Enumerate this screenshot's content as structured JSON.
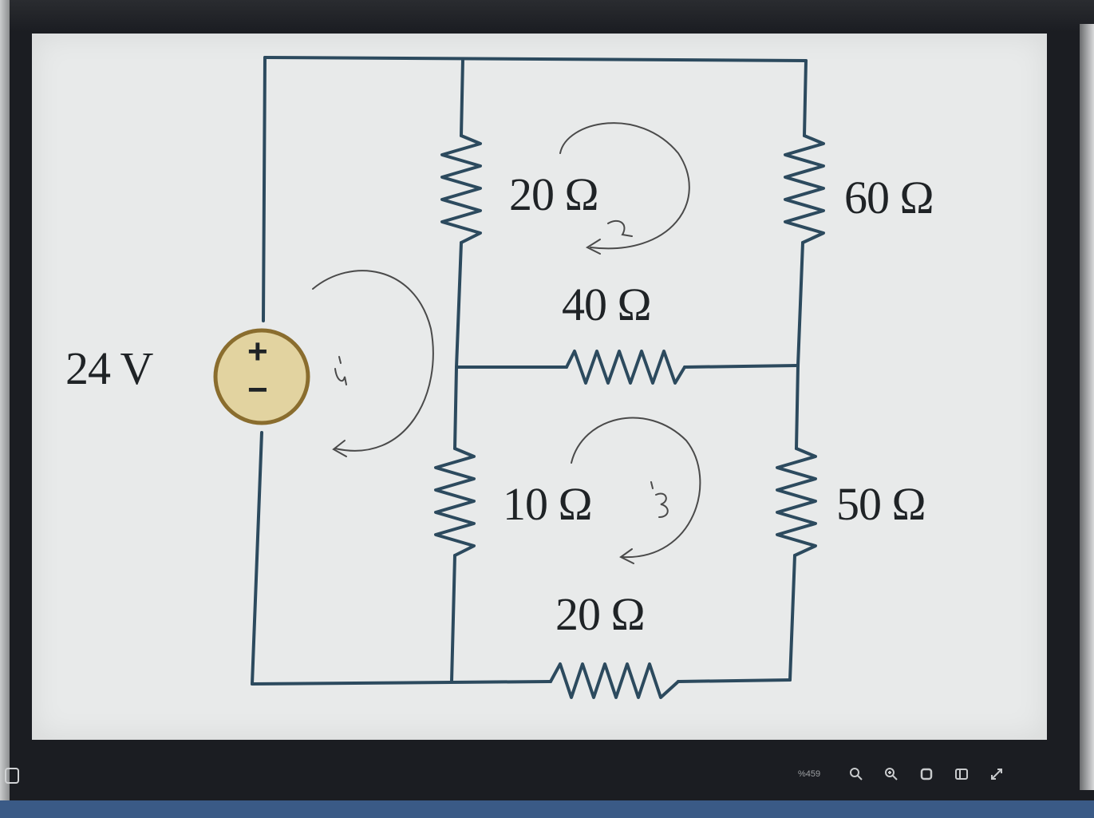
{
  "circuit": {
    "source": {
      "label": "24 V",
      "plus": "+",
      "minus": "−"
    },
    "resistors": {
      "top_left": "20 Ω",
      "top_right": "60 Ω",
      "middle": "40 Ω",
      "bottom_left": "10 Ω",
      "bottom_right": "50 Ω",
      "bottom": "20 Ω"
    },
    "mesh_currents": [
      "i1",
      "i2",
      "i3"
    ]
  },
  "viewer_toolbar": {
    "zoom_text": "%459",
    "icons": [
      "zoom-out-icon",
      "zoom-in-icon",
      "fit-page-icon",
      "toggle-panel-icon",
      "fullscreen-icon"
    ]
  },
  "colors": {
    "wire": "#2c4a5e",
    "source_fill": "#e2d3a0",
    "source_stroke": "#8a6d2e",
    "ink": "#3a3a3a"
  }
}
